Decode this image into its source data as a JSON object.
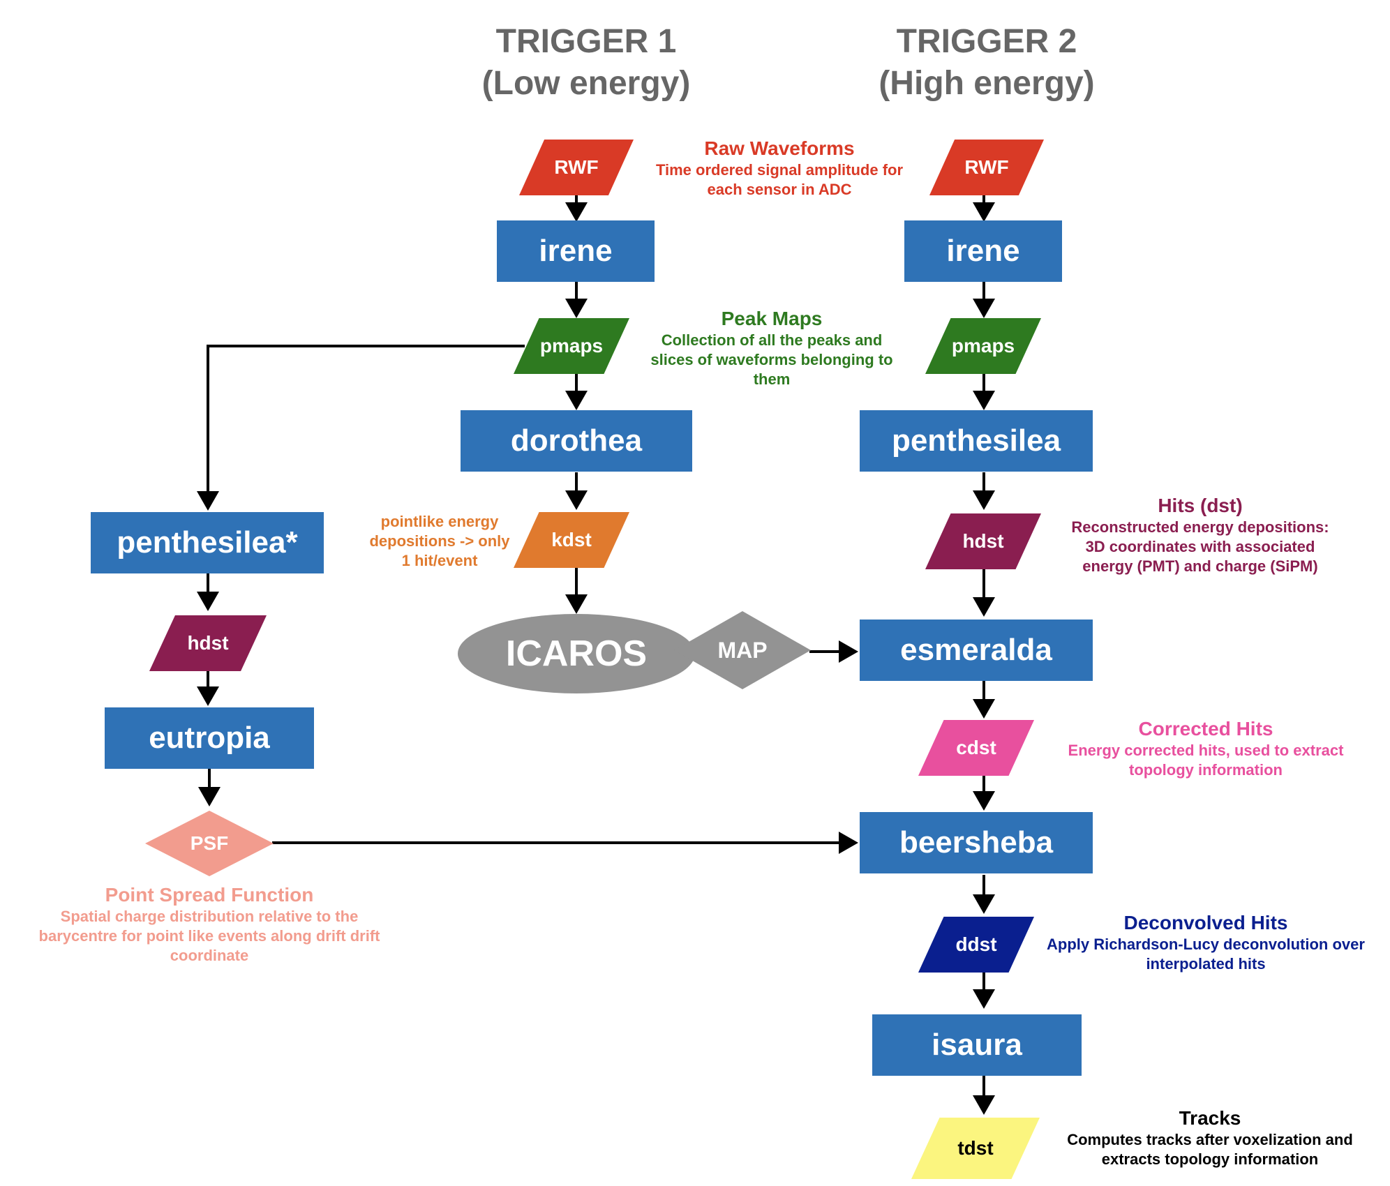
{
  "titles": {
    "trigger1_line1": "TRIGGER 1",
    "trigger1_line2": "(Low energy)",
    "trigger2_line1": "TRIGGER 2",
    "trigger2_line2": "(High energy)"
  },
  "trigger1": {
    "rwf": "RWF",
    "irene": "irene",
    "pmaps": "pmaps",
    "dorothea": "dorothea",
    "kdst": "kdst",
    "icaros": "ICAROS",
    "map": "MAP"
  },
  "branch": {
    "penthesilea_star": "penthesilea*",
    "hdst": "hdst",
    "eutropia": "eutropia",
    "psf": "PSF"
  },
  "trigger2": {
    "rwf": "RWF",
    "irene": "irene",
    "pmaps": "pmaps",
    "penthesilea": "penthesilea",
    "hdst": "hdst",
    "esmeralda": "esmeralda",
    "cdst": "cdst",
    "beersheba": "beersheba",
    "ddst": "ddst",
    "isaura": "isaura",
    "tdst": "tdst"
  },
  "notes": {
    "raw_waveforms": {
      "title": "Raw Waveforms",
      "line1": "Time ordered signal amplitude for",
      "line2": "each sensor in ADC"
    },
    "peak_maps": {
      "title": "Peak Maps",
      "line1": "Collection of all the peaks and",
      "line2": "slices of waveforms belonging to",
      "line3": "them"
    },
    "kdst": {
      "line1": "pointlike energy",
      "line2": "depositions -> only",
      "line3": "1 hit/event"
    },
    "hits": {
      "title": "Hits (dst)",
      "line1": "Reconstructed energy depositions:",
      "line2": "3D coordinates with associated",
      "line3": "energy (PMT) and charge (SiPM)"
    },
    "corrected_hits": {
      "title": "Corrected Hits",
      "line1": "Energy corrected hits, used to extract",
      "line2": "topology information"
    },
    "psf": {
      "title": "Point Spread Function",
      "line1": "Spatial charge distribution relative to the",
      "line2": "barycentre for point like events along drift drift",
      "line3": "coordinate"
    },
    "deconvolved_hits": {
      "title": "Deconvolved Hits",
      "line1": "Apply Richardson-Lucy deconvolution over",
      "line2": "interpolated hits"
    },
    "tracks": {
      "title": "Tracks",
      "line1": "Computes tracks after voxelization and",
      "line2": "extracts topology information"
    }
  },
  "colors": {
    "city_box": "#2f72b6",
    "rwf": "#d93a26",
    "pmaps": "#2e7a20",
    "kdst": "#e07a2e",
    "hdst": "#8a1e50",
    "cdst": "#e8509e",
    "ddst": "#0a1f8f",
    "tdst": "#fbf57f",
    "psf": "#f29c8e",
    "icaros": "#939393",
    "title": "#666666"
  }
}
